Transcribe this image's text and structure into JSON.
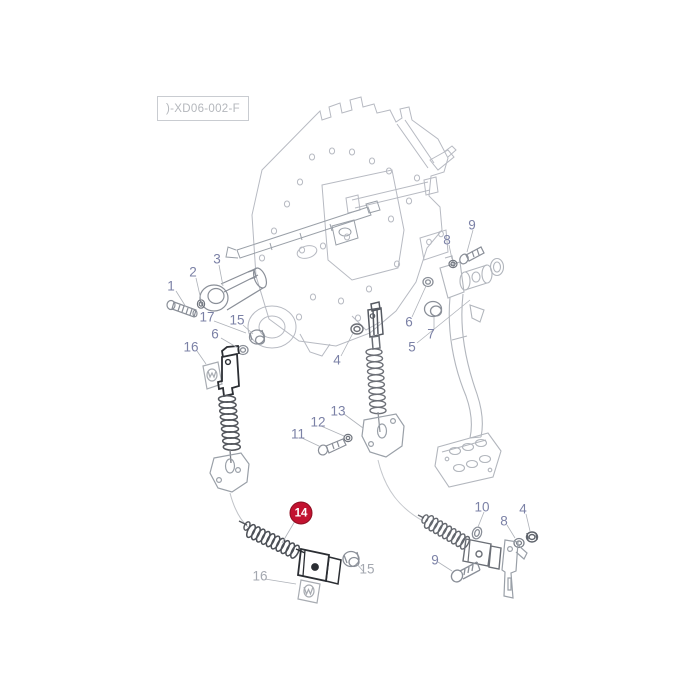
{
  "diagram": {
    "code_label": ")-XD06-002-F",
    "highlight_badge": {
      "label": "14",
      "shape": "red-circle"
    },
    "callouts": [
      {
        "label": "1"
      },
      {
        "label": "2"
      },
      {
        "label": "3"
      },
      {
        "label": "17"
      },
      {
        "label": "15"
      },
      {
        "label": "6"
      },
      {
        "label": "16"
      },
      {
        "label": "9"
      },
      {
        "label": "8"
      },
      {
        "label": "6"
      },
      {
        "label": "7"
      },
      {
        "label": "5"
      },
      {
        "label": "4"
      },
      {
        "label": "13"
      },
      {
        "label": "12"
      },
      {
        "label": "11"
      },
      {
        "label": "10"
      },
      {
        "label": "4"
      },
      {
        "label": "8"
      },
      {
        "label": "9"
      },
      {
        "label": "15"
      },
      {
        "label": "16"
      }
    ],
    "colors": {
      "callout_text": "#7b81a6",
      "callout_muted": "#a4a8b0",
      "badge_background": "#c21230",
      "badge_border": "#8d0f22",
      "badge_text": "#ffffff",
      "line_light": "#b7bac2",
      "line_medium": "#8a8f98",
      "line_dark": "#2b2e33",
      "background": "#ffffff"
    }
  }
}
